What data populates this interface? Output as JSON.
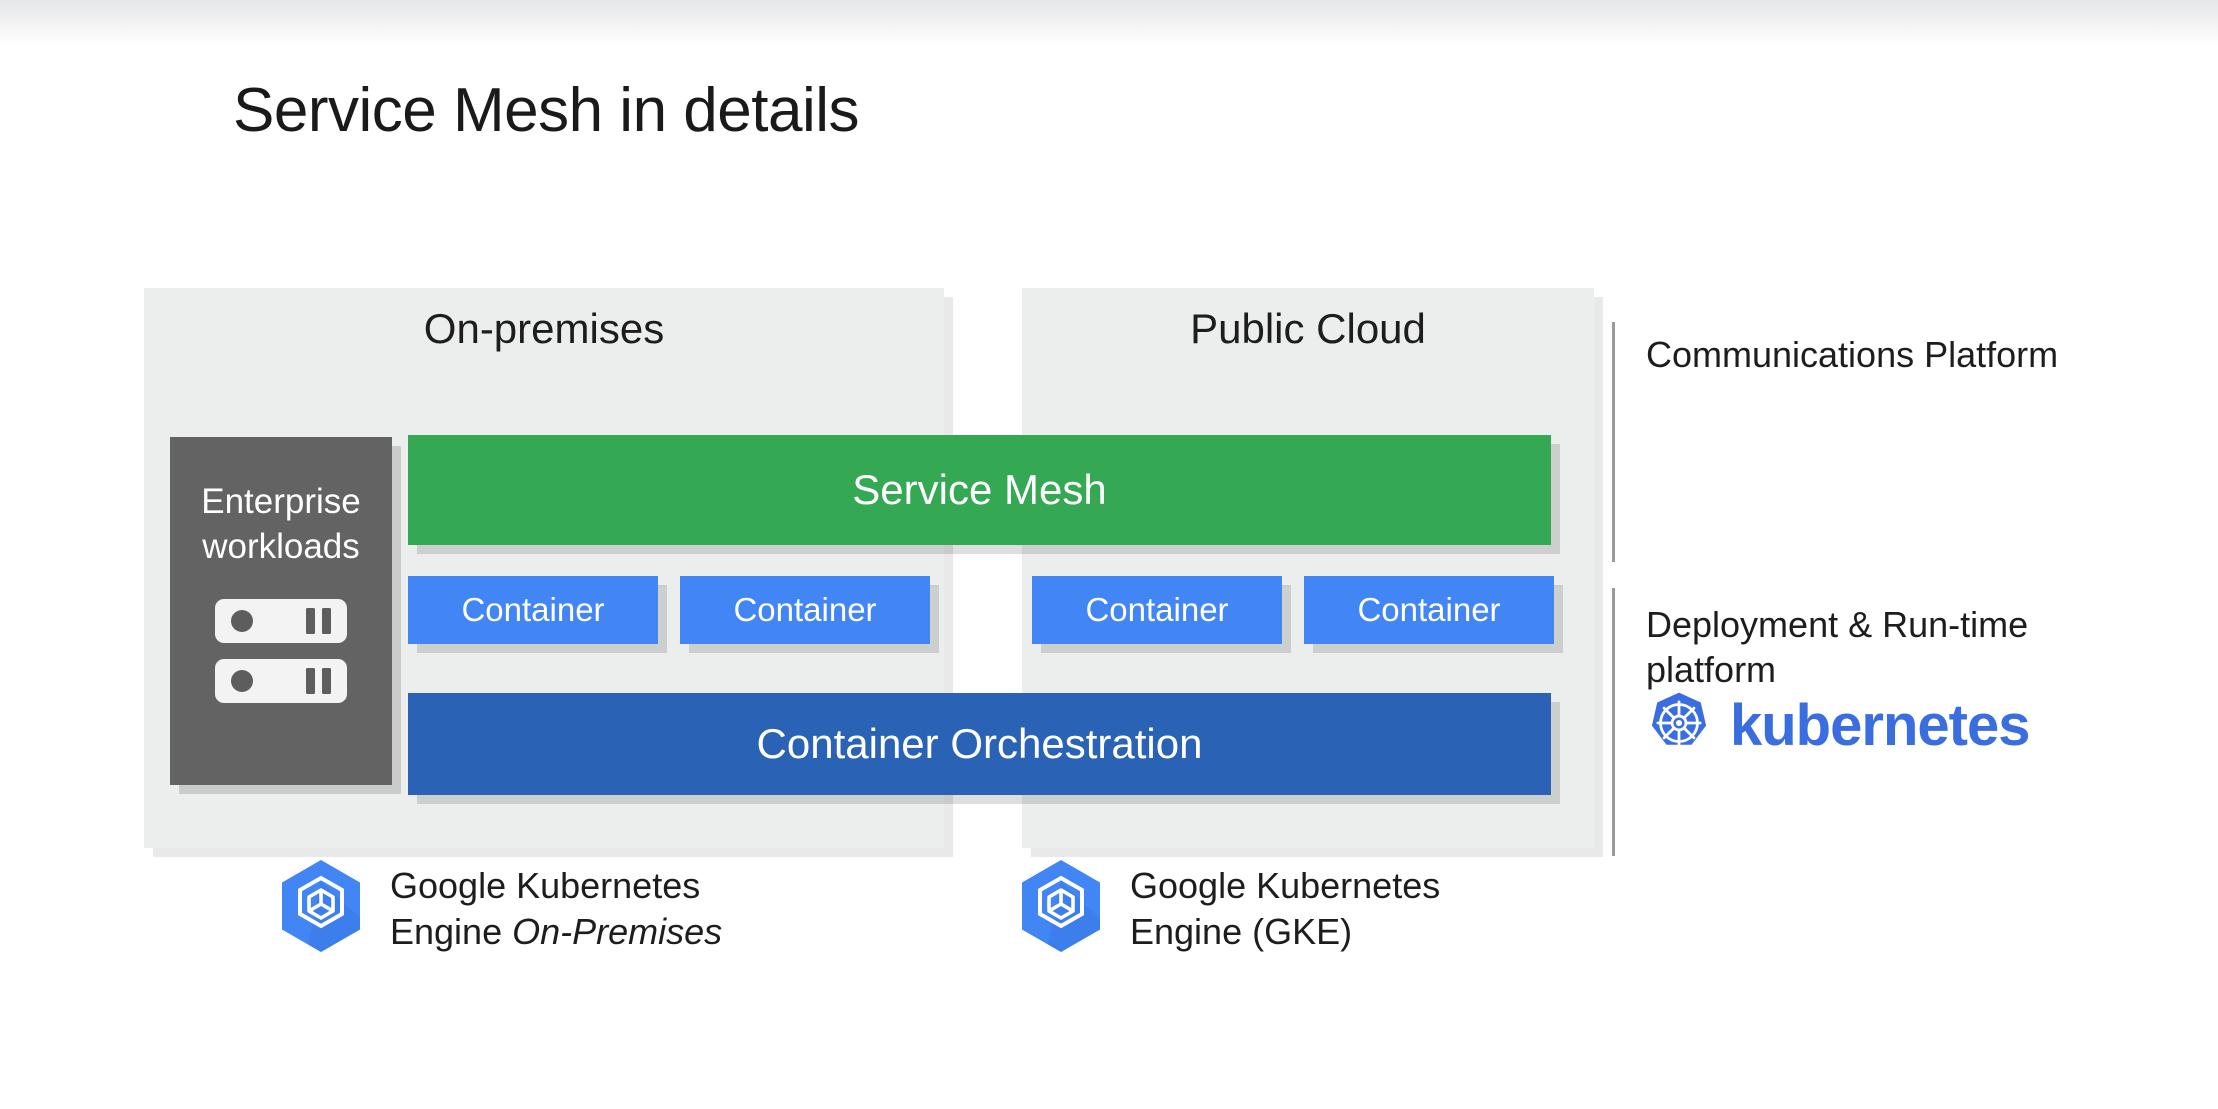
{
  "slide": {
    "title": "Service Mesh in details"
  },
  "panels": [
    {
      "id": "on-premises",
      "title": "On-premises"
    },
    {
      "id": "public-cloud",
      "title": "Public Cloud"
    }
  ],
  "enterprise_card": {
    "label": "Enterprise workloads",
    "server_icon_count": 2,
    "icon_name": "server-icon"
  },
  "layers": {
    "service_mesh": "Service Mesh",
    "orchestration": "Container Orchestration"
  },
  "containers": [
    {
      "label": "Container",
      "panel": "on-premises"
    },
    {
      "label": "Container",
      "panel": "on-premises"
    },
    {
      "label": "Container",
      "panel": "public-cloud"
    },
    {
      "label": "Container",
      "panel": "public-cloud"
    }
  ],
  "annotations": [
    {
      "id": "communications",
      "text": "Communications Platform"
    },
    {
      "id": "deployment",
      "text": "Deployment & Run-time platform"
    }
  ],
  "kubernetes": {
    "wordmark": "kubernetes",
    "icon_name": "kubernetes-helm-icon",
    "color": "#3a6ee0"
  },
  "gke_lockups": [
    {
      "id": "gke-on-premises",
      "line1": "Google Kubernetes",
      "line2_prefix": "Engine ",
      "line2_emphasis": "On-Premises",
      "icon_name": "google-kubernetes-engine-icon"
    },
    {
      "id": "gke-cloud",
      "line1": "Google Kubernetes",
      "line2_prefix": "Engine (GKE)",
      "line2_emphasis": "",
      "icon_name": "google-kubernetes-engine-icon"
    }
  ],
  "colors": {
    "service_mesh_green": "#34a853",
    "orchestration_blue": "#2a62b5",
    "container_blue": "#4285f4",
    "panel_gray": "#eceded",
    "enterprise_gray": "#636363",
    "kubernetes_blue": "#3a6ee0",
    "divider_gray": "#9a9a9a",
    "text_dark": "#1d1d1d",
    "background": "#ffffff"
  }
}
